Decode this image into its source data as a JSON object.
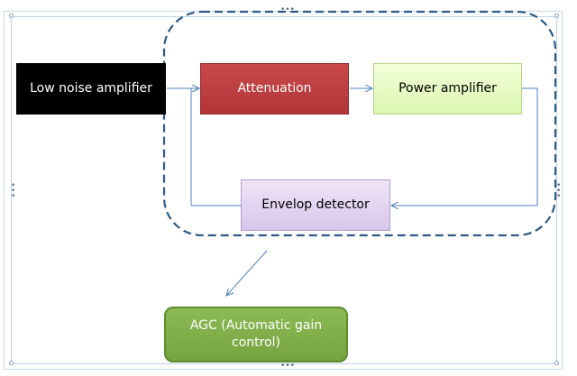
{
  "diagram": {
    "nodes": {
      "lna": "Low noise amplifier",
      "attenuation": "Attenuation",
      "power_amplifier": "Power amplifier",
      "envelop_detector": "Envelop detector",
      "agc": "AGC (Automatic gain control)"
    },
    "edges": [
      {
        "from": "lna",
        "to": "attenuation"
      },
      {
        "from": "attenuation",
        "to": "power_amplifier"
      },
      {
        "from": "power_amplifier",
        "to": "envelop_detector"
      },
      {
        "from": "envelop_detector",
        "to": "attenuation"
      },
      {
        "from": "agc_group",
        "to": "agc"
      }
    ],
    "group": {
      "style": "dashed-rounded",
      "members": [
        "attenuation",
        "power_amplifier",
        "envelop_detector"
      ]
    }
  },
  "colors": {
    "group_border": "#2f5b86",
    "arrow": "#4f81bd",
    "lna_fill": "#000000",
    "attenuation_fill": "#c0504d",
    "power_amplifier_fill": "#ebf7cf",
    "envelop_detector_fill": "#e4d7f1",
    "agc_fill": "#7fae48"
  },
  "icons": {
    "frame_handle": "resize-handle-icon"
  }
}
